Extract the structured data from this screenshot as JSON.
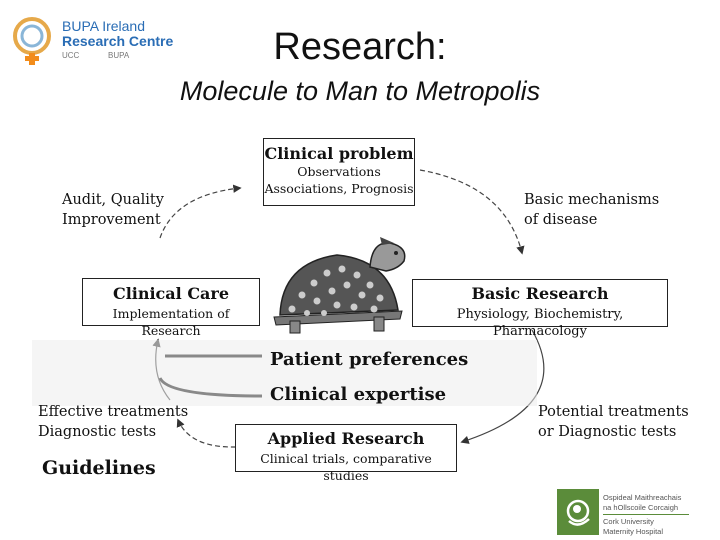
{
  "slide": {
    "title": "Research:",
    "subtitle": "Molecule to Man to Metropolis"
  },
  "logo_top": {
    "line1": "BUPA Ireland",
    "line2": "Research Centre",
    "small1": "UCC",
    "small2": "BUPA"
  },
  "diagram": {
    "clinical_problem": {
      "title": "Clinical problem",
      "line1": "Observations",
      "line2": "Associations, Prognosis"
    },
    "basic_research": {
      "title": "Basic Research",
      "line1": "Physiology, Biochemistry, Pharmacology"
    },
    "applied_research": {
      "title": "Applied Research",
      "line1": "Clinical trials, comparative studies"
    },
    "clinical_care": {
      "title": "Clinical Care",
      "line1": "Implementation of Research"
    },
    "audit": {
      "line1": "Audit, Quality",
      "line2": "Improvement"
    },
    "basic_mechanisms": {
      "line1": "Basic mechanisms",
      "line2": "of disease"
    },
    "potential": {
      "line1": "Potential treatments",
      "line2": "or Diagnostic tests"
    },
    "effective": {
      "line1": "Effective treatments",
      "line2": "Diagnostic tests"
    },
    "guidelines": "Guidelines",
    "patient_preferences": "Patient preferences",
    "clinical_expertise": "Clinical expertise"
  },
  "logo_bottom": {
    "line1": "Ospideal Maithreachais",
    "line2": "na hOllscoile Corcaigh",
    "line3": "Cork University",
    "line4": "Maternity Hospital"
  },
  "colors": {
    "cuh_green": "#5b8c3a",
    "bupa_blue": "#2a6db5",
    "bupa_orange": "#f28c1b"
  }
}
